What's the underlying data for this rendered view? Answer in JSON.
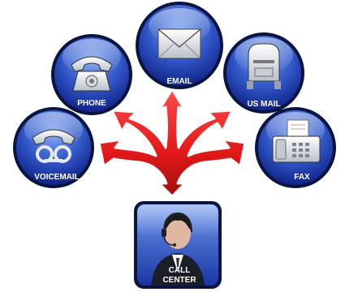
{
  "channels": {
    "voicemail": {
      "label": "VOICEMAIL",
      "icon": "voicemail-icon"
    },
    "phone": {
      "label": "PHONE",
      "icon": "telephone-icon"
    },
    "email": {
      "label": "EMAIL",
      "icon": "envelope-icon"
    },
    "usmail": {
      "label": "US MAIL",
      "icon": "mailbox-icon"
    },
    "fax": {
      "label": "FAX",
      "icon": "fax-machine-icon"
    }
  },
  "hub": {
    "line1": "CALL",
    "line2": "CENTER",
    "icon": "call-center-agent-icon"
  },
  "colors": {
    "circle_light": "#5a87e6",
    "circle_dark": "#142a8a",
    "ring": "#0a1440",
    "arrow_red": "#e01818",
    "arrow_dark": "#9a0c0c"
  }
}
